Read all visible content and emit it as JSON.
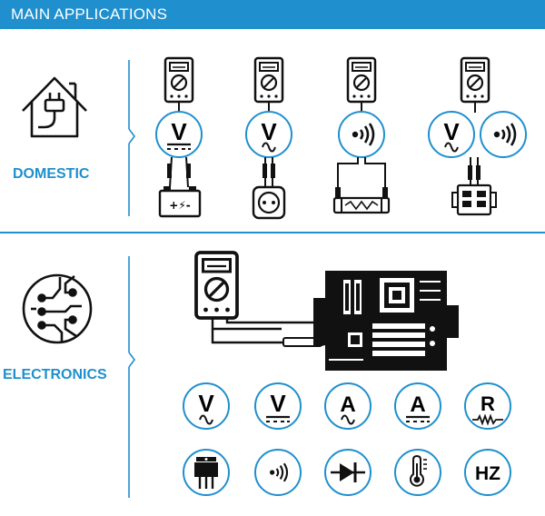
{
  "header": {
    "title": "MAIN APPLICATIONS"
  },
  "sections": {
    "domestic": {
      "label": "DOMESTIC"
    },
    "electronics": {
      "label": "ELECTRONICS"
    }
  },
  "symbols": {
    "voltage": "V",
    "ampere": "A",
    "resistance": "R",
    "frequency": "HZ"
  },
  "colors": {
    "accent": "#1f8fce",
    "ink": "#111111"
  },
  "icons": {
    "domestic_items": [
      "dc-voltage-battery",
      "ac-voltage-socket",
      "continuity-fuse",
      "ac-voltage-continuity-breaker"
    ],
    "electronics_items": [
      "ac-voltage",
      "dc-voltage",
      "ac-current",
      "dc-current",
      "resistance",
      "transistor",
      "continuity",
      "diode",
      "temperature",
      "frequency"
    ]
  }
}
